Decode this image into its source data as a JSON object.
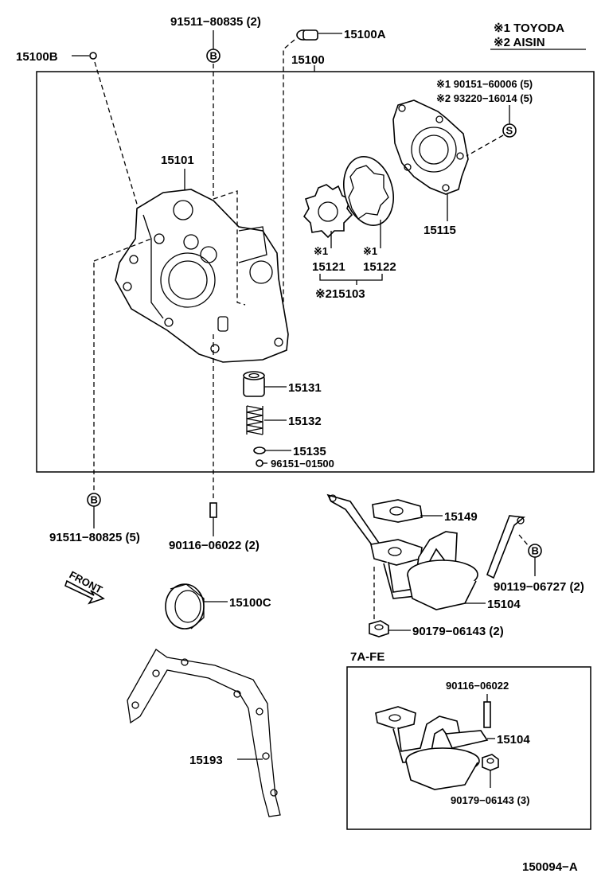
{
  "legend": {
    "note1": "※1 TOYODA",
    "note2": "※2 AISIN"
  },
  "labels": {
    "l15100B": "15100B",
    "l91511_80835": "91511−80835 (2)",
    "l15100A": "15100A",
    "l15100": "15100",
    "l90151": "※1  90151−60006 (5)",
    "l93220": "※2  93220−16014 (5)",
    "l15101": "15101",
    "l15115": "15115",
    "l15121_mark": "※1",
    "l15122_mark": "※1",
    "l15121": "15121",
    "l15122": "15122",
    "l15103": "※215103",
    "l15131": "15131",
    "l15132": "15132",
    "l15135": "15135",
    "l96151": "96151−01500",
    "l15149": "15149",
    "l91511_80825": "91511−80825 (5)",
    "l90116_a": "90116−06022 (2)",
    "l90119": "90119−06727 (2)",
    "l15104_a": "15104",
    "l15100C": "15100C",
    "l90179_a": "90179−06143 (2)",
    "front": "FRONT",
    "l7afe": "7A-FE",
    "l90116_b": "90116−06022",
    "l15104_b": "15104",
    "l90179_b": "90179−06143 (3)",
    "l15193": "15193",
    "fig": "150094−A"
  },
  "markers": {
    "b": "B",
    "s": "S"
  }
}
